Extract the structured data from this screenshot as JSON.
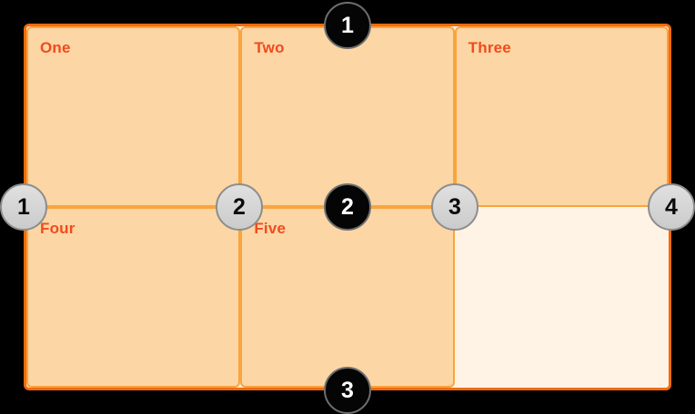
{
  "diagram": {
    "name": "css-grid-numbered-lines",
    "background_color": "#000000",
    "grid": {
      "columns": 3,
      "rows": 2,
      "container_border_color": "#F26A0D",
      "container_background": "#FEF3E5",
      "cell_background": "#FCD6A4",
      "cell_border_color": "#F9A43D",
      "cell_label_color": "#F04B1F",
      "cells": [
        {
          "label": "One"
        },
        {
          "label": "Two"
        },
        {
          "label": "Three"
        },
        {
          "label": "Four"
        },
        {
          "label": "Five"
        },
        {
          "label": ""
        }
      ]
    },
    "row_line_badges": {
      "fill": "#000000",
      "text_color": "#FFFFFF",
      "ring_color": "#6E6E6E",
      "items": [
        {
          "number": "1"
        },
        {
          "number": "2"
        },
        {
          "number": "3"
        }
      ]
    },
    "column_line_badges": {
      "fill": "#D9D9D9",
      "text_color": "#000000",
      "ring_color": "#8D8D8D",
      "items": [
        {
          "number": "1"
        },
        {
          "number": "2"
        },
        {
          "number": "3"
        },
        {
          "number": "4"
        }
      ]
    }
  }
}
